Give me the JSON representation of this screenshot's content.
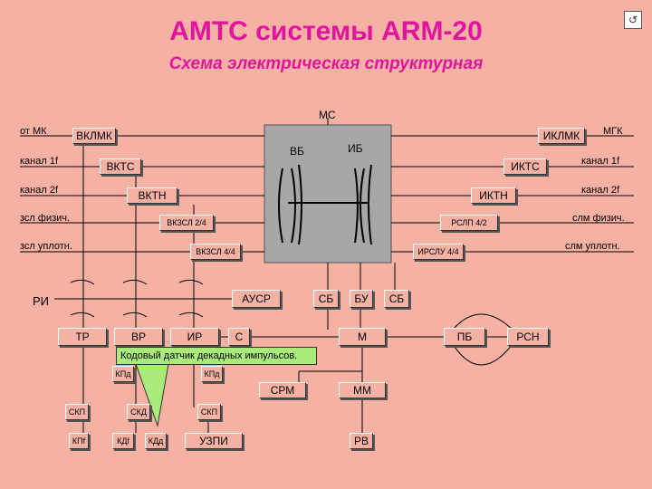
{
  "header": {
    "title": "АМТС системы ARM-20",
    "subtitle": "Схема электрическая структурная",
    "nav_icon": "return-icon"
  },
  "side_labels": {
    "left_mk": "от МК",
    "left_k1": "канал 1f",
    "left_k2": "канал 2f",
    "left_zsl_f": "зсл физич.",
    "left_zsl_u": "зсл уплотн.",
    "left_ri": "РИ",
    "right_mgk": "МГК",
    "right_k1": "канал 1f",
    "right_k2": "канал 2f",
    "right_slm_f": "слм физич.",
    "right_slm_u": "слм уплотн."
  },
  "switch": {
    "ms": "МС",
    "vb": "ВБ",
    "ib": "ИБ"
  },
  "blocks": {
    "vklmk": "ВКЛМК",
    "iklmk": "ИКЛМК",
    "vkts": "ВКТС",
    "ikts": "ИКТС",
    "vktn": "ВКТН",
    "iktn": "ИКТН",
    "vkzsl24": "ВКЗСЛ 2/4",
    "rslp42": "РСЛП 4/2",
    "vkzsl44": "ВКЗСЛ 4/4",
    "irslu44": "ИРСЛУ 4/4",
    "ausr": "АУСР",
    "sb1": "СБ",
    "bu": "БУ",
    "sb2": "СБ",
    "tr": "ТР",
    "vr": "ВР",
    "ir": "ИР",
    "c": "С",
    "m": "М",
    "pb": "ПБ",
    "rsn": "РСН",
    "kpd1": "КПд",
    "kpd2": "КПд",
    "srm": "СРМ",
    "mm": "ММ",
    "skp1": "СКП",
    "skd": "СКД",
    "skp2": "СКП",
    "kpf1": "КПf",
    "kdf": "КДf",
    "kdd": "КДд",
    "uzpi": "УЗПИ",
    "rv": "РВ"
  },
  "callout": {
    "text": "Кодовый датчик декадных импульсов.",
    "color": "#a9ec7c"
  },
  "colors": {
    "background": "#f5b2a4",
    "title": "#e0149e",
    "switch_field": "#a7a7a7"
  }
}
